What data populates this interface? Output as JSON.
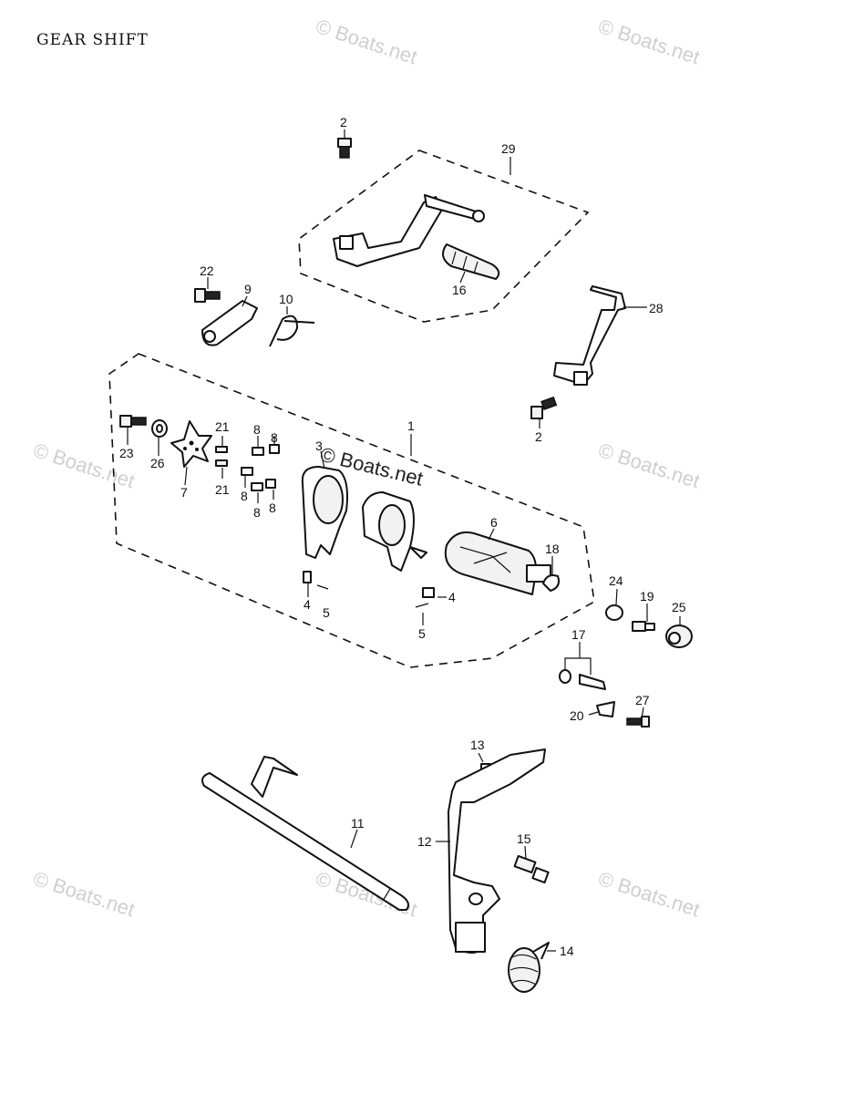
{
  "title": "GEAR  SHIFT",
  "watermark": "© Boats.net",
  "watermark_center": "© Boats.net",
  "callouts": {
    "c2a": "2",
    "c29": "29",
    "c22": "22",
    "c9": "9",
    "c10": "10",
    "c16": "16",
    "c28": "28",
    "c1": "1",
    "c2b": "2",
    "c23": "23",
    "c26": "26",
    "c7": "7",
    "c21a": "21",
    "c21b": "21",
    "c8a": "8",
    "c8b": "8",
    "c8c": "8",
    "c8d": "8",
    "c3": "3",
    "c6": "6",
    "c18": "18",
    "c4a": "4",
    "c5a": "5",
    "c4b": "4",
    "c5b": "5",
    "c24": "24",
    "c19": "19",
    "c25": "25",
    "c17": "17",
    "c20": "20",
    "c27": "27",
    "c13": "13",
    "c11": "11",
    "c12": "12",
    "c15": "15",
    "c14": "14"
  }
}
